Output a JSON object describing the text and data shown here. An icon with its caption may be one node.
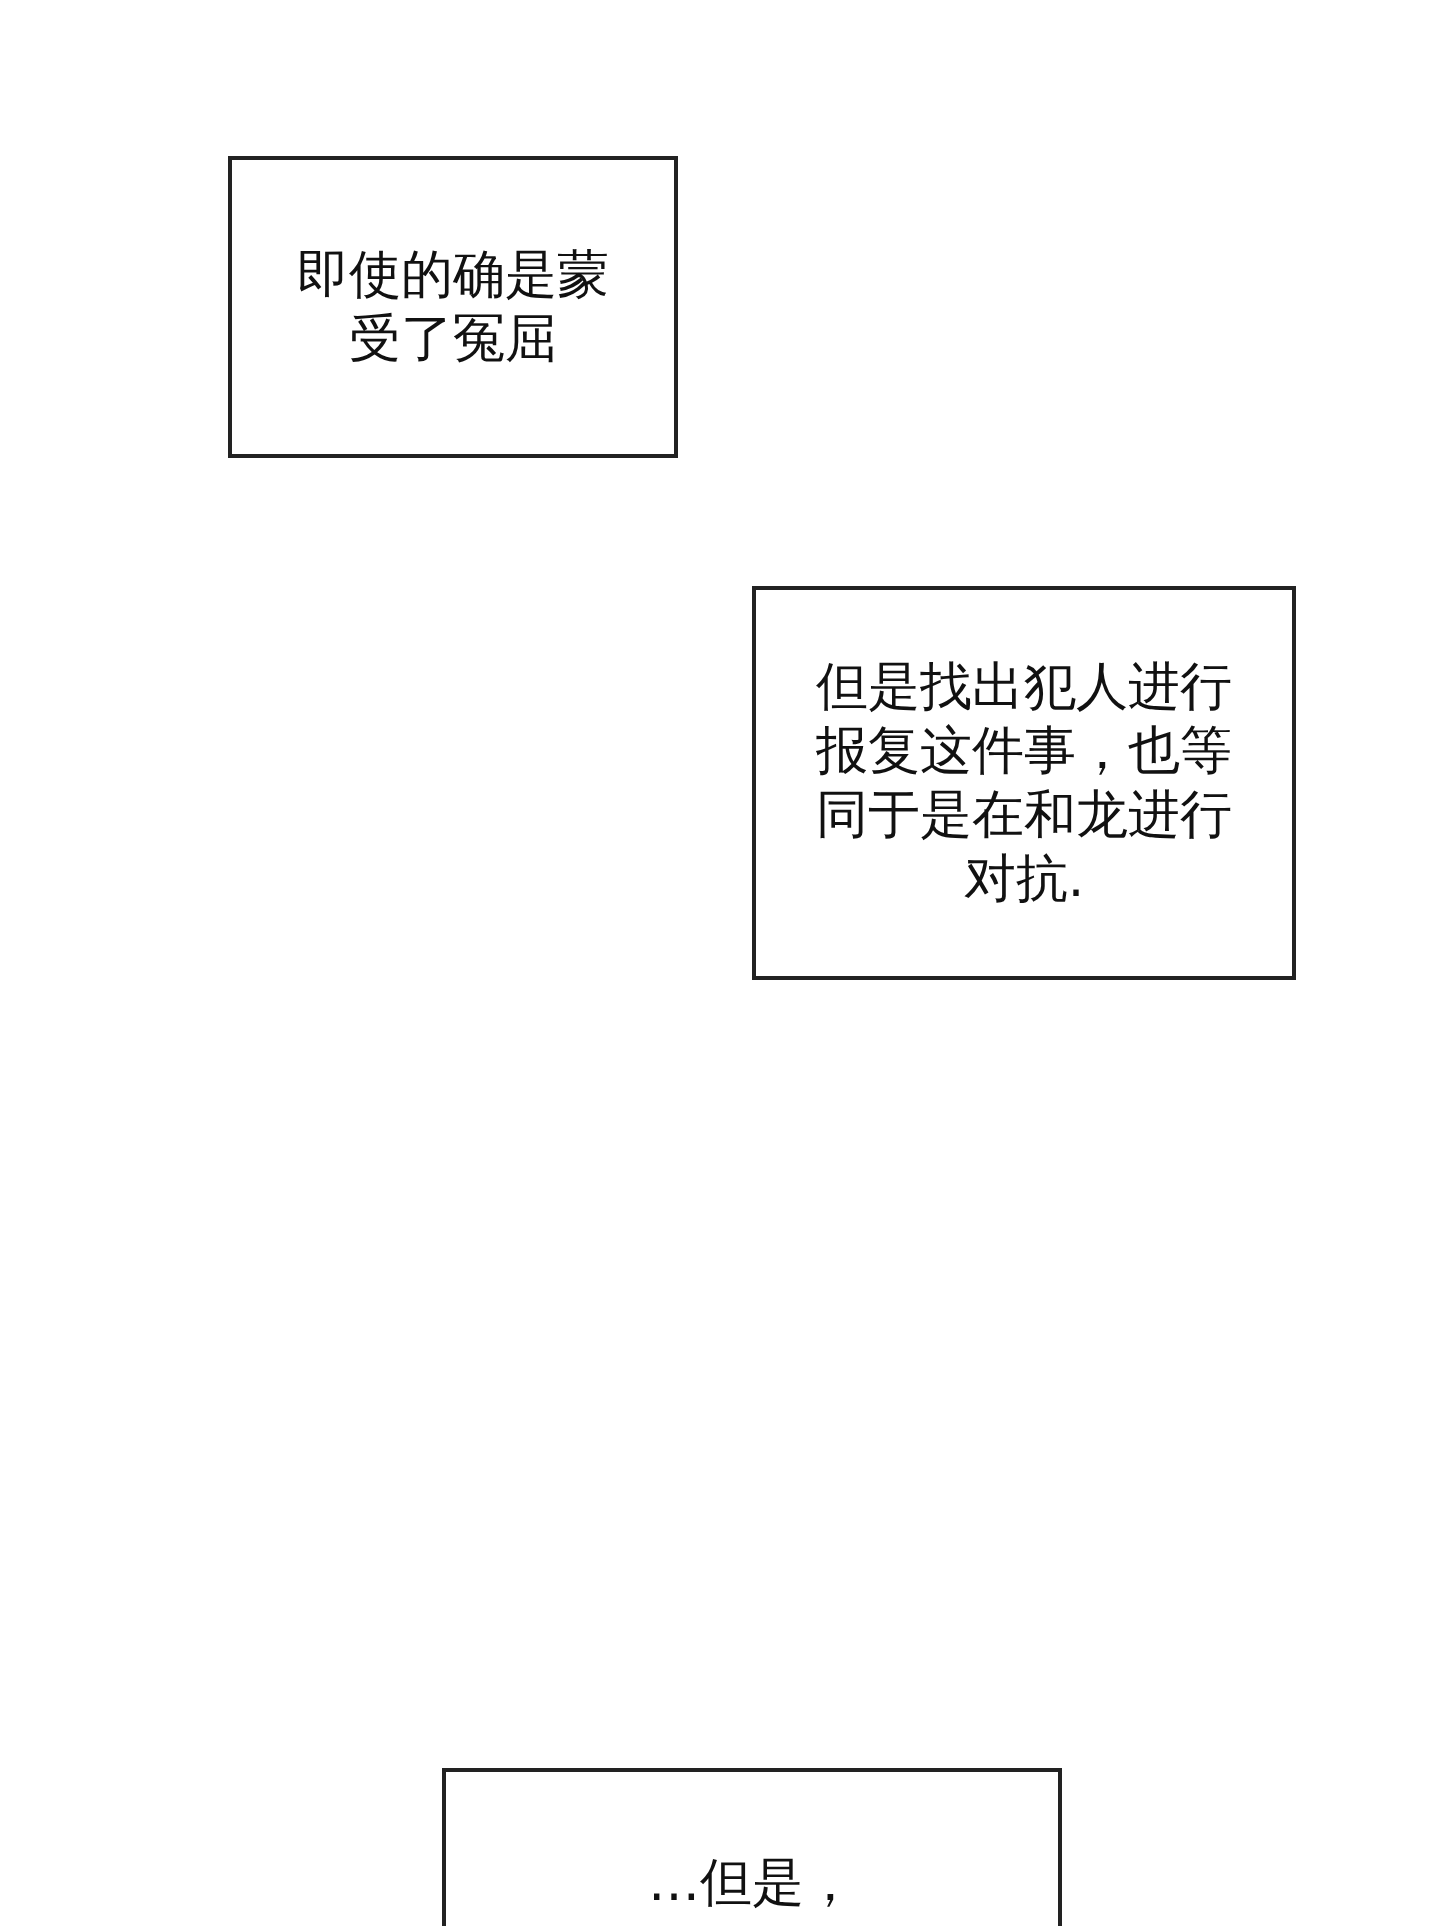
{
  "diagram": {
    "nodes": [
      {
        "text": [
          "即使的确是蒙受了冤屈"
        ]
      },
      {
        "text": [
          "但是找出犯人进行报复这件事，也等同于是在和龙进行对抗."
        ]
      },
      {
        "text": [
          "…但是，"
        ]
      }
    ]
  }
}
